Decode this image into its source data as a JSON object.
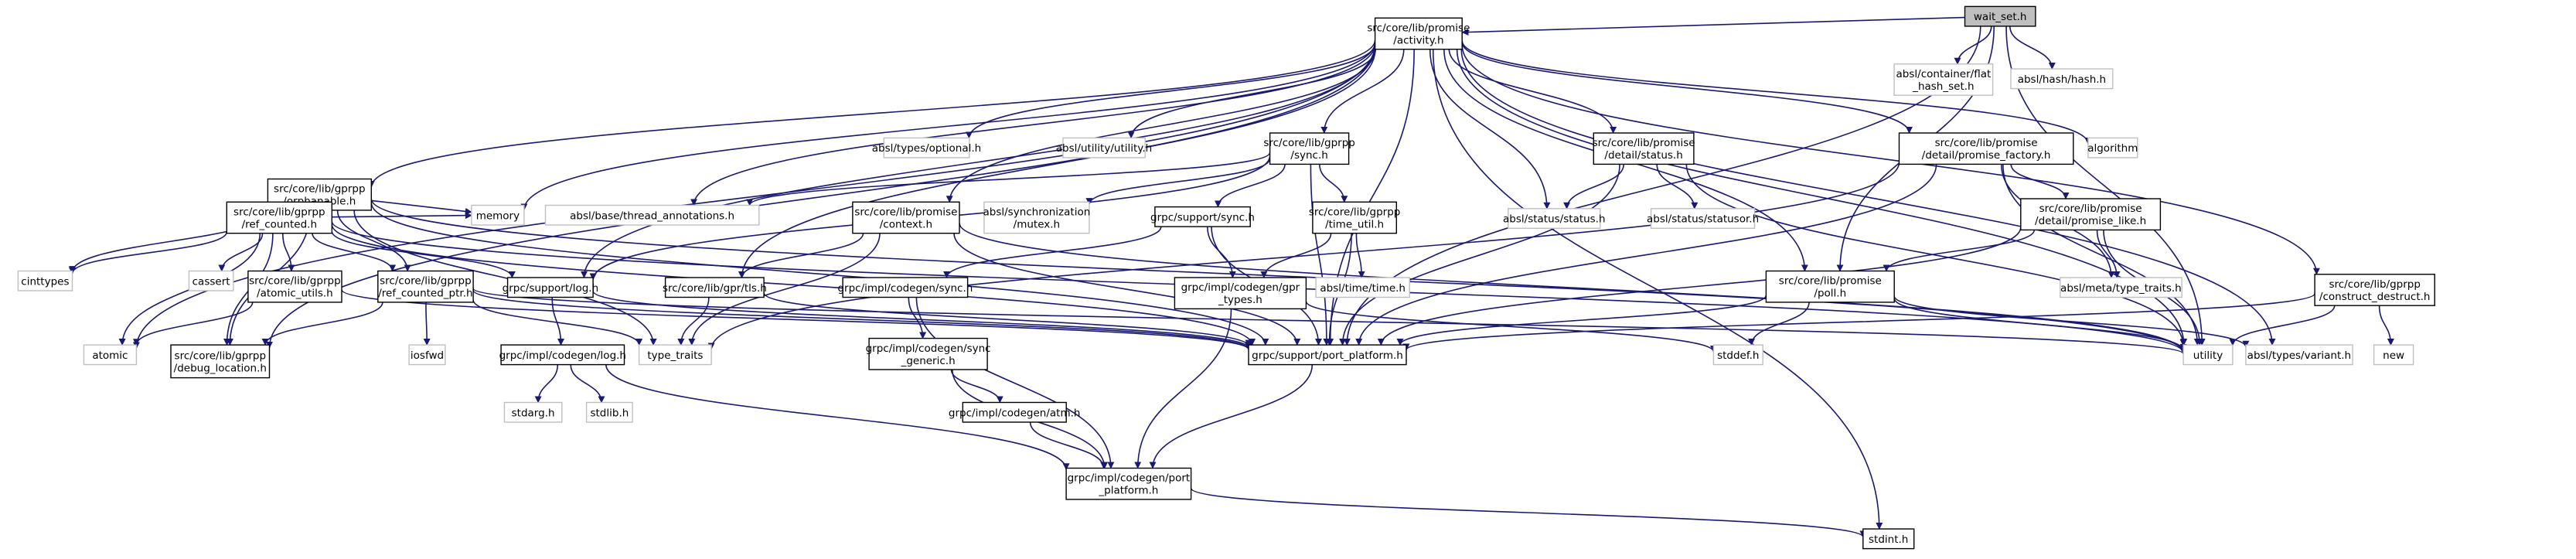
{
  "diagram": {
    "type": "include-dependency-graph",
    "edge_color": "#191970",
    "nodes": [
      {
        "id": "wait_set",
        "lines": [
          "wait_set.h"
        ],
        "kind": "root"
      },
      {
        "id": "activity",
        "lines": [
          "src/core/lib/promise",
          "/activity.h"
        ],
        "kind": "internal"
      },
      {
        "id": "flat_hash_set",
        "lines": [
          "absl/container/flat",
          "_hash_set.h"
        ],
        "kind": "external"
      },
      {
        "id": "hash",
        "lines": [
          "absl/hash/hash.h"
        ],
        "kind": "external"
      },
      {
        "id": "orphanable",
        "lines": [
          "src/core/lib/gprpp",
          "/orphanable.h"
        ],
        "kind": "internal"
      },
      {
        "id": "optional",
        "lines": [
          "absl/types/optional.h"
        ],
        "kind": "external"
      },
      {
        "id": "utility_h",
        "lines": [
          "absl/utility/utility.h"
        ],
        "kind": "external"
      },
      {
        "id": "gprpp_sync",
        "lines": [
          "src/core/lib/gprpp",
          "/sync.h"
        ],
        "kind": "internal"
      },
      {
        "id": "detail_status",
        "lines": [
          "src/core/lib/promise",
          "/detail/status.h"
        ],
        "kind": "internal"
      },
      {
        "id": "promise_factory",
        "lines": [
          "src/core/lib/promise",
          "/detail/promise_factory.h"
        ],
        "kind": "internal"
      },
      {
        "id": "algorithm",
        "lines": [
          "algorithm"
        ],
        "kind": "external"
      },
      {
        "id": "ref_counted",
        "lines": [
          "src/core/lib/gprpp",
          "/ref_counted.h"
        ],
        "kind": "internal"
      },
      {
        "id": "memory",
        "lines": [
          "memory"
        ],
        "kind": "external"
      },
      {
        "id": "thread_annotations",
        "lines": [
          "absl/base/thread_annotations.h"
        ],
        "kind": "external"
      },
      {
        "id": "context",
        "lines": [
          "src/core/lib/promise",
          "/context.h"
        ],
        "kind": "internal"
      },
      {
        "id": "mutex",
        "lines": [
          "absl/synchronization",
          "/mutex.h"
        ],
        "kind": "external"
      },
      {
        "id": "support_sync",
        "lines": [
          "grpc/support/sync.h"
        ],
        "kind": "internal"
      },
      {
        "id": "time_util",
        "lines": [
          "src/core/lib/gprpp",
          "/time_util.h"
        ],
        "kind": "internal"
      },
      {
        "id": "status_h",
        "lines": [
          "absl/status/status.h"
        ],
        "kind": "external"
      },
      {
        "id": "statusor",
        "lines": [
          "absl/status/statusor.h"
        ],
        "kind": "external"
      },
      {
        "id": "promise_like",
        "lines": [
          "src/core/lib/promise",
          "/detail/promise_like.h"
        ],
        "kind": "internal"
      },
      {
        "id": "cinttypes",
        "lines": [
          "cinttypes"
        ],
        "kind": "external"
      },
      {
        "id": "cassert",
        "lines": [
          "cassert"
        ],
        "kind": "external"
      },
      {
        "id": "atomic_utils",
        "lines": [
          "src/core/lib/gprpp",
          "/atomic_utils.h"
        ],
        "kind": "internal"
      },
      {
        "id": "ref_counted_ptr",
        "lines": [
          "src/core/lib/gprpp",
          "/ref_counted_ptr.h"
        ],
        "kind": "internal"
      },
      {
        "id": "support_log",
        "lines": [
          "grpc/support/log.h"
        ],
        "kind": "internal"
      },
      {
        "id": "tls",
        "lines": [
          "src/core/lib/gpr/tls.h"
        ],
        "kind": "internal"
      },
      {
        "id": "codegen_sync",
        "lines": [
          "grpc/impl/codegen/sync.h"
        ],
        "kind": "internal"
      },
      {
        "id": "gpr_types",
        "lines": [
          "grpc/impl/codegen/gpr",
          "_types.h"
        ],
        "kind": "internal"
      },
      {
        "id": "time_h",
        "lines": [
          "absl/time/time.h"
        ],
        "kind": "external"
      },
      {
        "id": "poll",
        "lines": [
          "src/core/lib/promise",
          "/poll.h"
        ],
        "kind": "internal"
      },
      {
        "id": "meta_type_traits",
        "lines": [
          "absl/meta/type_traits.h"
        ],
        "kind": "external"
      },
      {
        "id": "construct_destruct",
        "lines": [
          "src/core/lib/gprpp",
          "/construct_destruct.h"
        ],
        "kind": "internal"
      },
      {
        "id": "atomic",
        "lines": [
          "atomic"
        ],
        "kind": "external"
      },
      {
        "id": "debug_location",
        "lines": [
          "src/core/lib/gprpp",
          "/debug_location.h"
        ],
        "kind": "internal"
      },
      {
        "id": "iosfwd",
        "lines": [
          "iosfwd"
        ],
        "kind": "external"
      },
      {
        "id": "type_traits",
        "lines": [
          "type_traits"
        ],
        "kind": "external"
      },
      {
        "id": "sync_generic",
        "lines": [
          "grpc/impl/codegen/sync",
          "_generic.h"
        ],
        "kind": "internal"
      },
      {
        "id": "port_platform",
        "lines": [
          "grpc/support/port_platform.h"
        ],
        "kind": "internal"
      },
      {
        "id": "stddef",
        "lines": [
          "stddef.h"
        ],
        "kind": "external"
      },
      {
        "id": "utility",
        "lines": [
          "utility"
        ],
        "kind": "external"
      },
      {
        "id": "variant",
        "lines": [
          "absl/types/variant.h"
        ],
        "kind": "external"
      },
      {
        "id": "new",
        "lines": [
          "new"
        ],
        "kind": "external"
      },
      {
        "id": "codegen_log",
        "lines": [
          "grpc/impl/codegen/log.h"
        ],
        "kind": "internal"
      },
      {
        "id": "stdarg",
        "lines": [
          "stdarg.h"
        ],
        "kind": "external"
      },
      {
        "id": "stdlib",
        "lines": [
          "stdlib.h"
        ],
        "kind": "external"
      },
      {
        "id": "atm",
        "lines": [
          "grpc/impl/codegen/atm.h"
        ],
        "kind": "internal"
      },
      {
        "id": "codegen_port_platform",
        "lines": [
          "grpc/impl/codegen/port",
          "_platform.h"
        ],
        "kind": "internal"
      },
      {
        "id": "stdint",
        "lines": [
          "stdint.h"
        ],
        "kind": "internal"
      }
    ],
    "edges": [
      [
        "wait_set",
        "activity"
      ],
      [
        "wait_set",
        "flat_hash_set"
      ],
      [
        "wait_set",
        "hash"
      ],
      [
        "wait_set",
        "port_platform"
      ],
      [
        "wait_set",
        "poll"
      ],
      [
        "wait_set",
        "utility"
      ],
      [
        "activity",
        "orphanable"
      ],
      [
        "activity",
        "optional"
      ],
      [
        "activity",
        "utility_h"
      ],
      [
        "activity",
        "gprpp_sync"
      ],
      [
        "activity",
        "detail_status"
      ],
      [
        "activity",
        "promise_factory"
      ],
      [
        "activity",
        "algorithm"
      ],
      [
        "activity",
        "thread_annotations"
      ],
      [
        "activity",
        "context"
      ],
      [
        "activity",
        "status_h"
      ],
      [
        "activity",
        "poll"
      ],
      [
        "activity",
        "construct_destruct"
      ],
      [
        "activity",
        "atomic"
      ],
      [
        "activity",
        "debug_location"
      ],
      [
        "activity",
        "support_log"
      ],
      [
        "activity",
        "tls"
      ],
      [
        "activity",
        "port_platform"
      ],
      [
        "activity",
        "utility"
      ],
      [
        "activity",
        "variant"
      ],
      [
        "activity",
        "stdint"
      ],
      [
        "activity",
        "memory"
      ],
      [
        "orphanable",
        "ref_counted"
      ],
      [
        "orphanable",
        "memory"
      ],
      [
        "orphanable",
        "cinttypes"
      ],
      [
        "orphanable",
        "debug_location"
      ],
      [
        "orphanable",
        "ref_counted_ptr"
      ],
      [
        "orphanable",
        "type_traits"
      ],
      [
        "orphanable",
        "port_platform"
      ],
      [
        "orphanable",
        "utility"
      ],
      [
        "ref_counted",
        "cinttypes"
      ],
      [
        "ref_counted",
        "cassert"
      ],
      [
        "ref_counted",
        "atomic_utils"
      ],
      [
        "ref_counted",
        "ref_counted_ptr"
      ],
      [
        "ref_counted",
        "support_log"
      ],
      [
        "ref_counted",
        "atomic"
      ],
      [
        "ref_counted",
        "debug_location"
      ],
      [
        "ref_counted",
        "port_platform"
      ],
      [
        "ref_counted",
        "utility"
      ],
      [
        "ref_counted",
        "memory"
      ],
      [
        "atomic_utils",
        "atomic"
      ],
      [
        "atomic_utils",
        "port_platform"
      ],
      [
        "ref_counted_ptr",
        "debug_location"
      ],
      [
        "ref_counted_ptr",
        "iosfwd"
      ],
      [
        "ref_counted_ptr",
        "type_traits"
      ],
      [
        "ref_counted_ptr",
        "port_platform"
      ],
      [
        "ref_counted_ptr",
        "utility"
      ],
      [
        "gprpp_sync",
        "thread_annotations"
      ],
      [
        "gprpp_sync",
        "mutex"
      ],
      [
        "gprpp_sync",
        "support_sync"
      ],
      [
        "gprpp_sync",
        "time_util"
      ],
      [
        "gprpp_sync",
        "support_log"
      ],
      [
        "gprpp_sync",
        "port_platform"
      ],
      [
        "context",
        "tls"
      ],
      [
        "context",
        "type_traits"
      ],
      [
        "context",
        "port_platform"
      ],
      [
        "context",
        "utility"
      ],
      [
        "support_sync",
        "codegen_sync"
      ],
      [
        "support_sync",
        "gpr_types"
      ],
      [
        "support_sync",
        "port_platform"
      ],
      [
        "time_util",
        "gpr_types"
      ],
      [
        "time_util",
        "time_h"
      ],
      [
        "time_util",
        "port_platform"
      ],
      [
        "codegen_sync",
        "sync_generic"
      ],
      [
        "codegen_sync",
        "codegen_port_platform"
      ],
      [
        "sync_generic",
        "atm"
      ],
      [
        "sync_generic",
        "codegen_port_platform"
      ],
      [
        "atm",
        "codegen_port_platform"
      ],
      [
        "gpr_types",
        "codegen_port_platform"
      ],
      [
        "gpr_types",
        "stddef"
      ],
      [
        "support_log",
        "codegen_log"
      ],
      [
        "support_log",
        "port_platform"
      ],
      [
        "codegen_log",
        "stdarg"
      ],
      [
        "codegen_log",
        "stdlib"
      ],
      [
        "codegen_log",
        "codegen_port_platform"
      ],
      [
        "tls",
        "type_traits"
      ],
      [
        "tls",
        "port_platform"
      ],
      [
        "detail_status",
        "status_h"
      ],
      [
        "detail_status",
        "statusor"
      ],
      [
        "detail_status",
        "port_platform"
      ],
      [
        "detail_status",
        "utility"
      ],
      [
        "promise_factory",
        "promise_like"
      ],
      [
        "promise_factory",
        "meta_type_traits"
      ],
      [
        "promise_factory",
        "port_platform"
      ],
      [
        "promise_factory",
        "utility"
      ],
      [
        "promise_factory",
        "type_traits"
      ],
      [
        "promise_like",
        "poll"
      ],
      [
        "promise_like",
        "meta_type_traits"
      ],
      [
        "promise_like",
        "utility"
      ],
      [
        "promise_like",
        "port_platform"
      ],
      [
        "poll",
        "port_platform"
      ],
      [
        "poll",
        "stddef"
      ],
      [
        "poll",
        "variant"
      ],
      [
        "poll",
        "utility"
      ],
      [
        "construct_destruct",
        "new"
      ],
      [
        "construct_destruct",
        "port_platform"
      ],
      [
        "construct_destruct",
        "utility"
      ],
      [
        "port_platform",
        "codegen_port_platform"
      ],
      [
        "codegen_port_platform",
        "stdint"
      ]
    ]
  }
}
